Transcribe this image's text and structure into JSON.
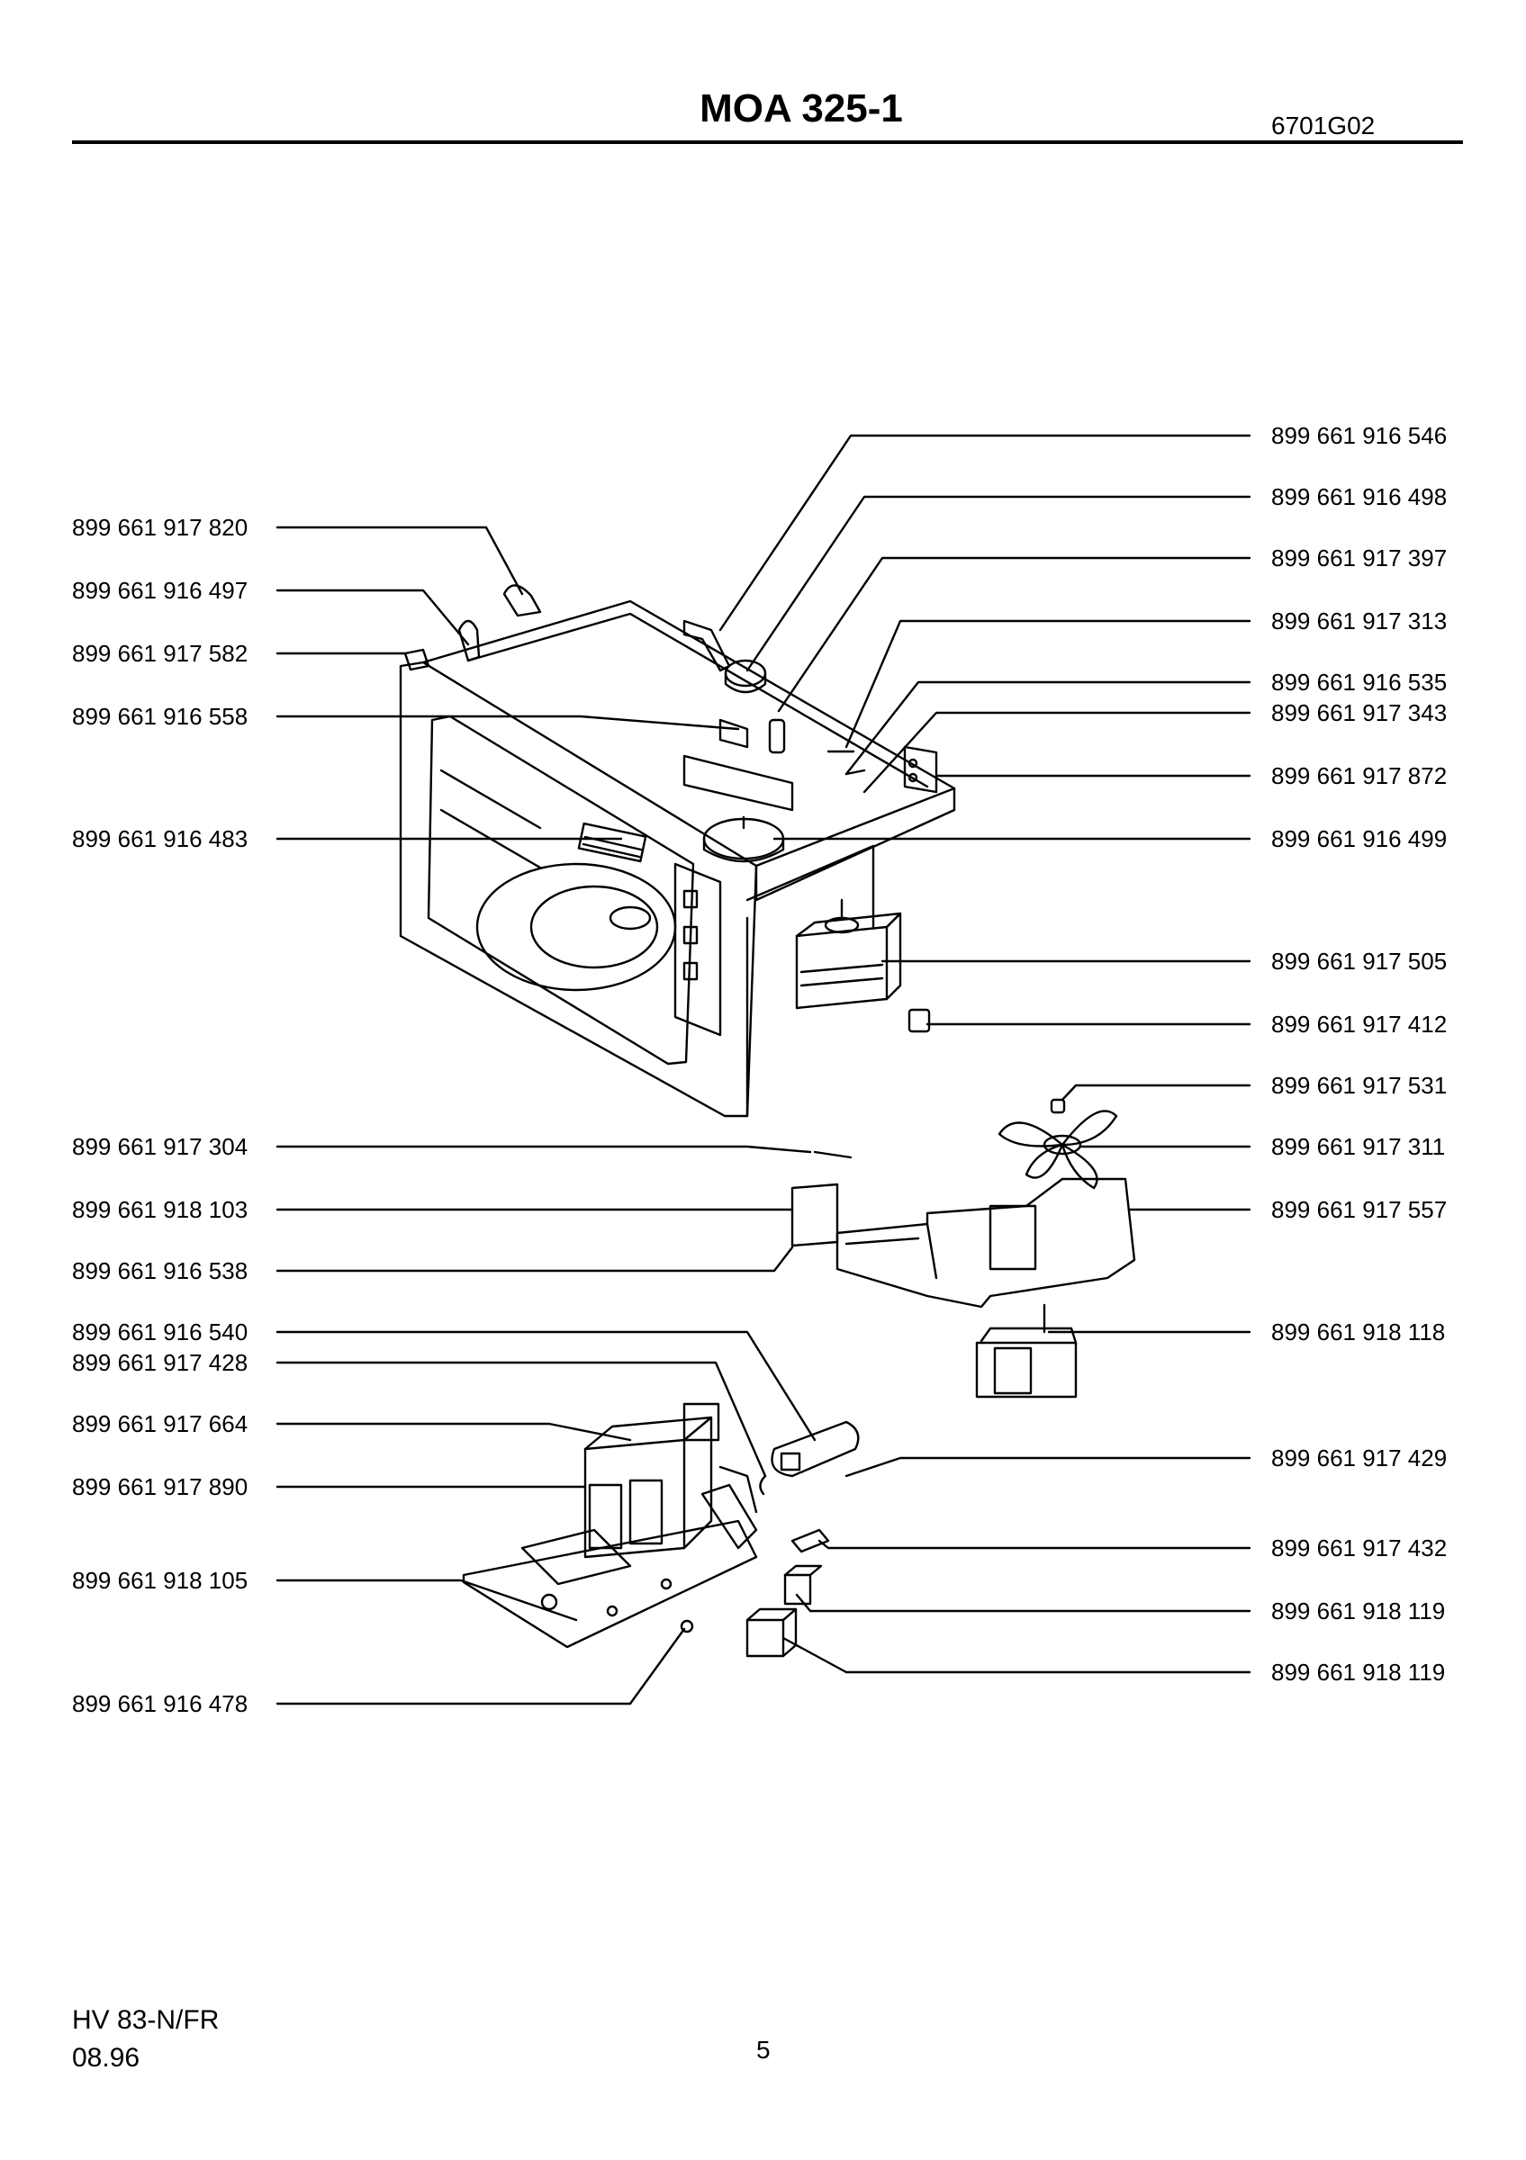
{
  "header": {
    "title": "MOA 325-1",
    "doc_code": "6701G02"
  },
  "labels_left": [
    "899 661 917 820",
    "899 661 916 497",
    "899 661 917 582",
    "899 661 916 558",
    "899 661 916 483",
    "899 661 917 304",
    "899 661 918 103",
    "899 661 916 538",
    "899 661 916 540",
    "899 661 917 428",
    "899 661 917 664",
    "899 661 917 890",
    "899 661 918 105",
    "899 661 916 478"
  ],
  "labels_right": [
    "899 661 916 546",
    "899 661 916 498",
    "899 661 917 397",
    "899 661 917 313",
    "899 661 916 535",
    "899 661 917 343",
    "899 661 917 872",
    "899 661 916 499",
    "899 661 917 505",
    "899 661 917 412",
    "899 661 917 531",
    "899 661 917 311",
    "899 661 917 557",
    "899 661 918 118",
    "899 661 917 429",
    "899 661 917 432",
    "899 661 918 119",
    "899 661 918 119"
  ],
  "footer": {
    "model": "HV 83-N/FR",
    "date": "08.96",
    "page_number": "5"
  }
}
